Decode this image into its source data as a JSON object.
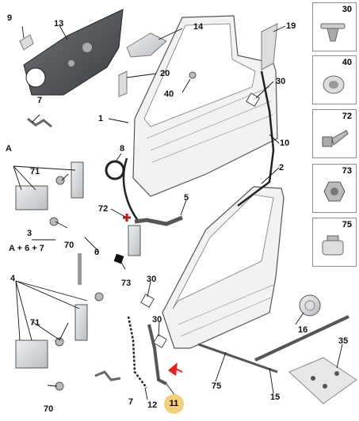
{
  "labels": {
    "l9": "9",
    "l13": "13",
    "l14": "14",
    "l19": "19",
    "l20": "20",
    "l40": "40",
    "l30a": "30",
    "l1": "1",
    "l7a": "7",
    "l10": "10",
    "lA": "A",
    "l8": "8",
    "l71a": "71",
    "l72": "72",
    "l5": "5",
    "l2": "2",
    "l3": "3",
    "l70a": "70",
    "l6": "6",
    "l73": "73",
    "l4": "4",
    "l30b": "30",
    "l30c": "30",
    "l16": "16",
    "l71b": "71",
    "l7b": "7",
    "l12": "12",
    "l75": "75",
    "l15": "15",
    "l35": "35",
    "l70b": "70"
  },
  "formula": "A + 6 + 7",
  "highlight": {
    "label": "11",
    "color": "#f4cf79",
    "arrow_color": "#e8201c"
  },
  "side_panels": [
    {
      "num": "30",
      "icon": "push-clip-icon"
    },
    {
      "num": "40",
      "icon": "grommet-icon"
    },
    {
      "num": "72",
      "icon": "screw-icon"
    },
    {
      "num": "73",
      "icon": "hex-nut-icon"
    },
    {
      "num": "75",
      "icon": "plug-clip-icon"
    }
  ]
}
